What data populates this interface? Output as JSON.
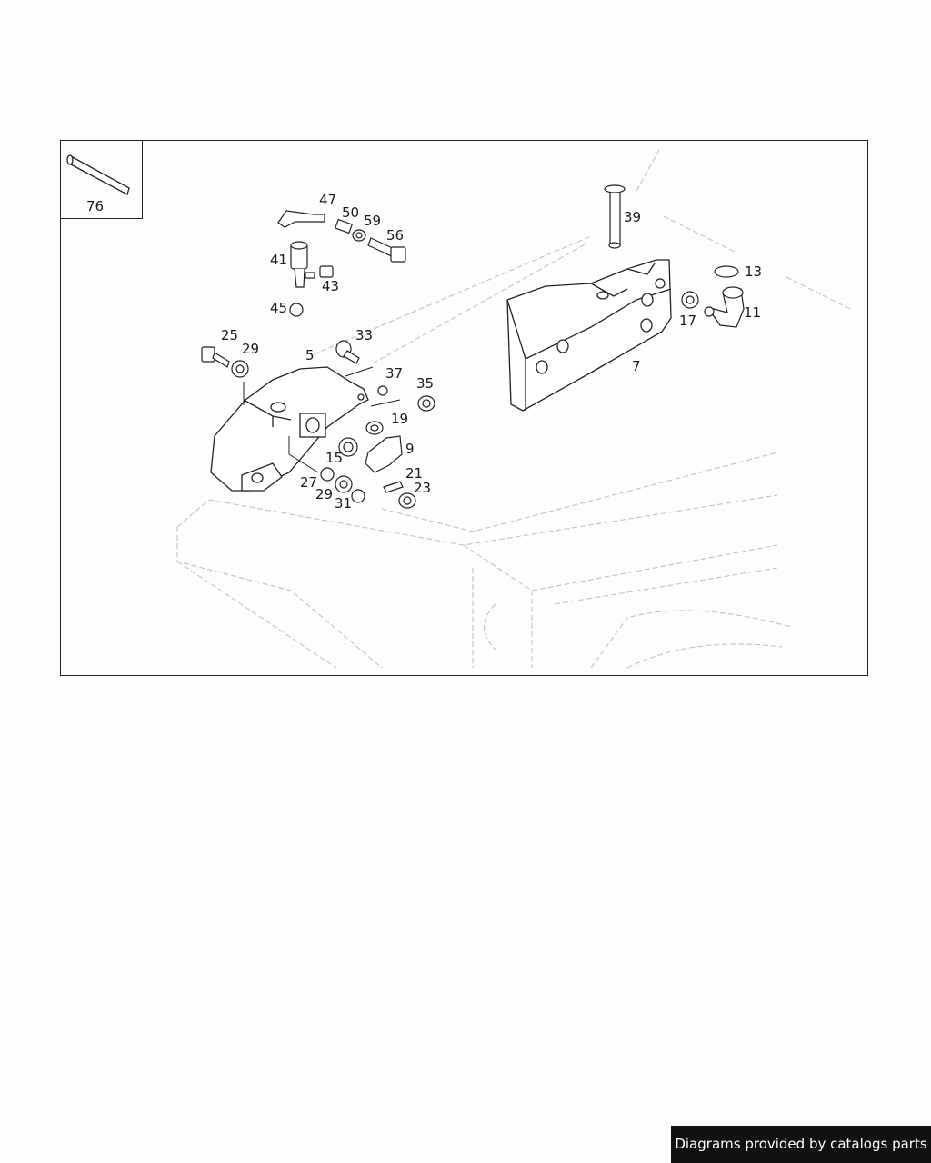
{
  "diagram": {
    "part_numbers": {
      "p76": "76",
      "p47": "47",
      "p50": "50",
      "p59": "59",
      "p56": "56",
      "p41": "41",
      "p43": "43",
      "p45": "45",
      "p39": "39",
      "p13": "13",
      "p11": "11",
      "p17": "17",
      "p7": "7",
      "p25": "25",
      "p29a": "29",
      "p5": "5",
      "p33": "33",
      "p37": "37",
      "p35": "35",
      "p19": "19",
      "p9": "9",
      "p15": "15",
      "p27": "27",
      "p29b": "29",
      "p31": "31",
      "p21": "21",
      "p23": "23"
    }
  },
  "footer": {
    "credit": "Diagrams provided by catalogs parts"
  }
}
